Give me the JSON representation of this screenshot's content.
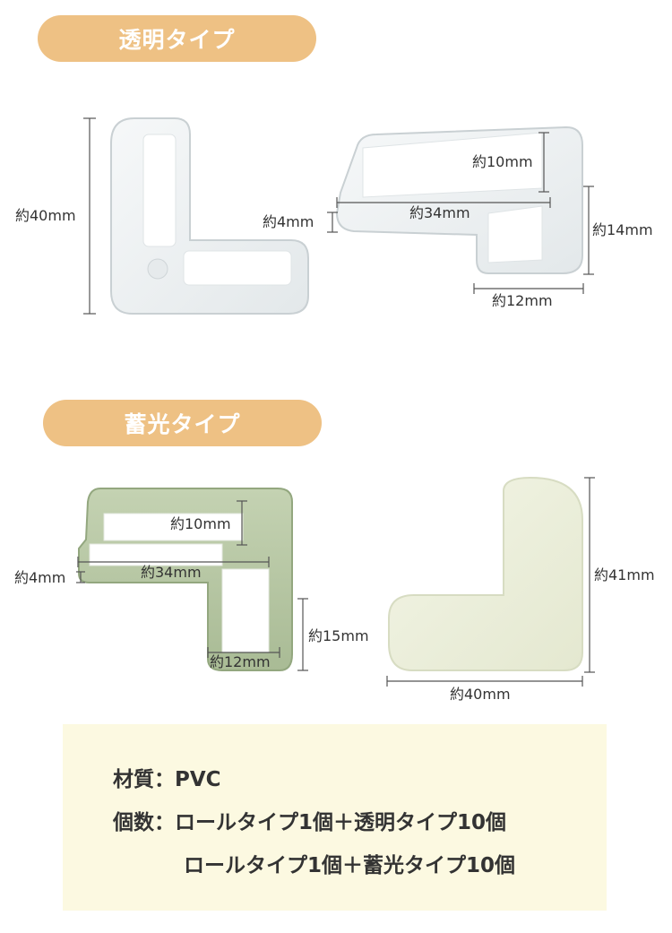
{
  "sections": {
    "clear": {
      "title": "透明タイプ"
    },
    "glow": {
      "title": "蓄光タイプ"
    }
  },
  "dimensions": {
    "clear_left_height": "約40mm",
    "clear_right_thickness": "約4mm",
    "clear_right_inner": "約10mm",
    "clear_right_length": "約34mm",
    "clear_right_height": "約14mm",
    "clear_right_width": "約12mm",
    "glow_left_inner": "約10mm",
    "glow_left_thickness": "約4mm",
    "glow_left_length": "約34mm",
    "glow_left_height": "約15mm",
    "glow_left_width": "約12mm",
    "glow_right_height": "約41mm",
    "glow_right_width": "約40mm"
  },
  "specs": {
    "material_label": "材質：",
    "material_value": "PVC",
    "quantity_label": "個数：",
    "quantity_line1": "ロールタイプ1個＋透明タイプ10個",
    "quantity_line2": "ロールタイプ1個＋蓄光タイプ10個"
  },
  "colors": {
    "pill": "#eec184",
    "spec_background": "#fcf9e1",
    "glow_green": "#b9c9a6",
    "glow_cream": "#eef0dc"
  }
}
